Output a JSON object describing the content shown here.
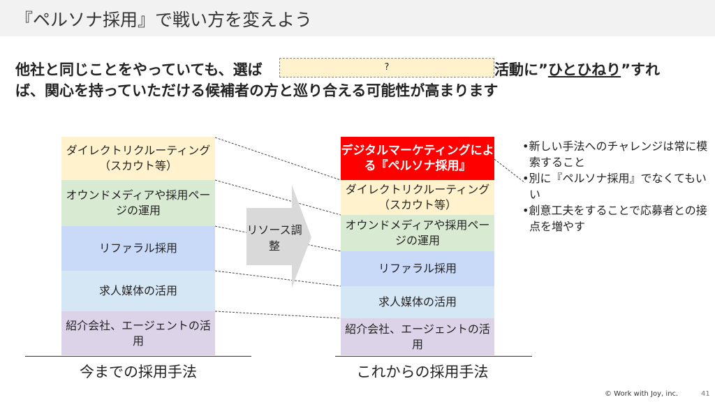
{
  "title": "『ペルソナ採用』で戦い方を変えよう",
  "body": {
    "line1_a": "他社と同じことをやっていても、選ば",
    "placeholder": "?",
    "line1_b": "活動に”",
    "emph": "ひとひねり",
    "line1_c": "”すれ",
    "line2": "ば、関心を持っていただける候補者の方と巡り合える可能性が高まります"
  },
  "left": {
    "items": [
      "ダイレクトリクルーティング（スカウト等）",
      "オウンドメディアや採用ページの運用",
      "リファラル採用",
      "求人媒体の活用",
      "紹介会社、エージェントの活用"
    ],
    "label": "今までの採用手法"
  },
  "right": {
    "new_item": "デジタルマーケティングによる『ペルソナ採用』",
    "items": [
      "ダイレクトリクルーティング（スカウト等）",
      "オウンドメディアや採用ページの運用",
      "リファラル採用",
      "求人媒体の活用",
      "紹介会社、エージェントの活用"
    ],
    "label": "これからの採用手法"
  },
  "arrow_label": "リソース調整",
  "bullets": [
    "•新しい手法へのチャレンジは常に模索すること",
    "•別に『ペルソナ採用』でなくてもいい",
    "•創意工夫をすることで応募者との接点を増やす"
  ],
  "footer": {
    "copyright": "© Work with Joy, inc.",
    "page": "41"
  }
}
